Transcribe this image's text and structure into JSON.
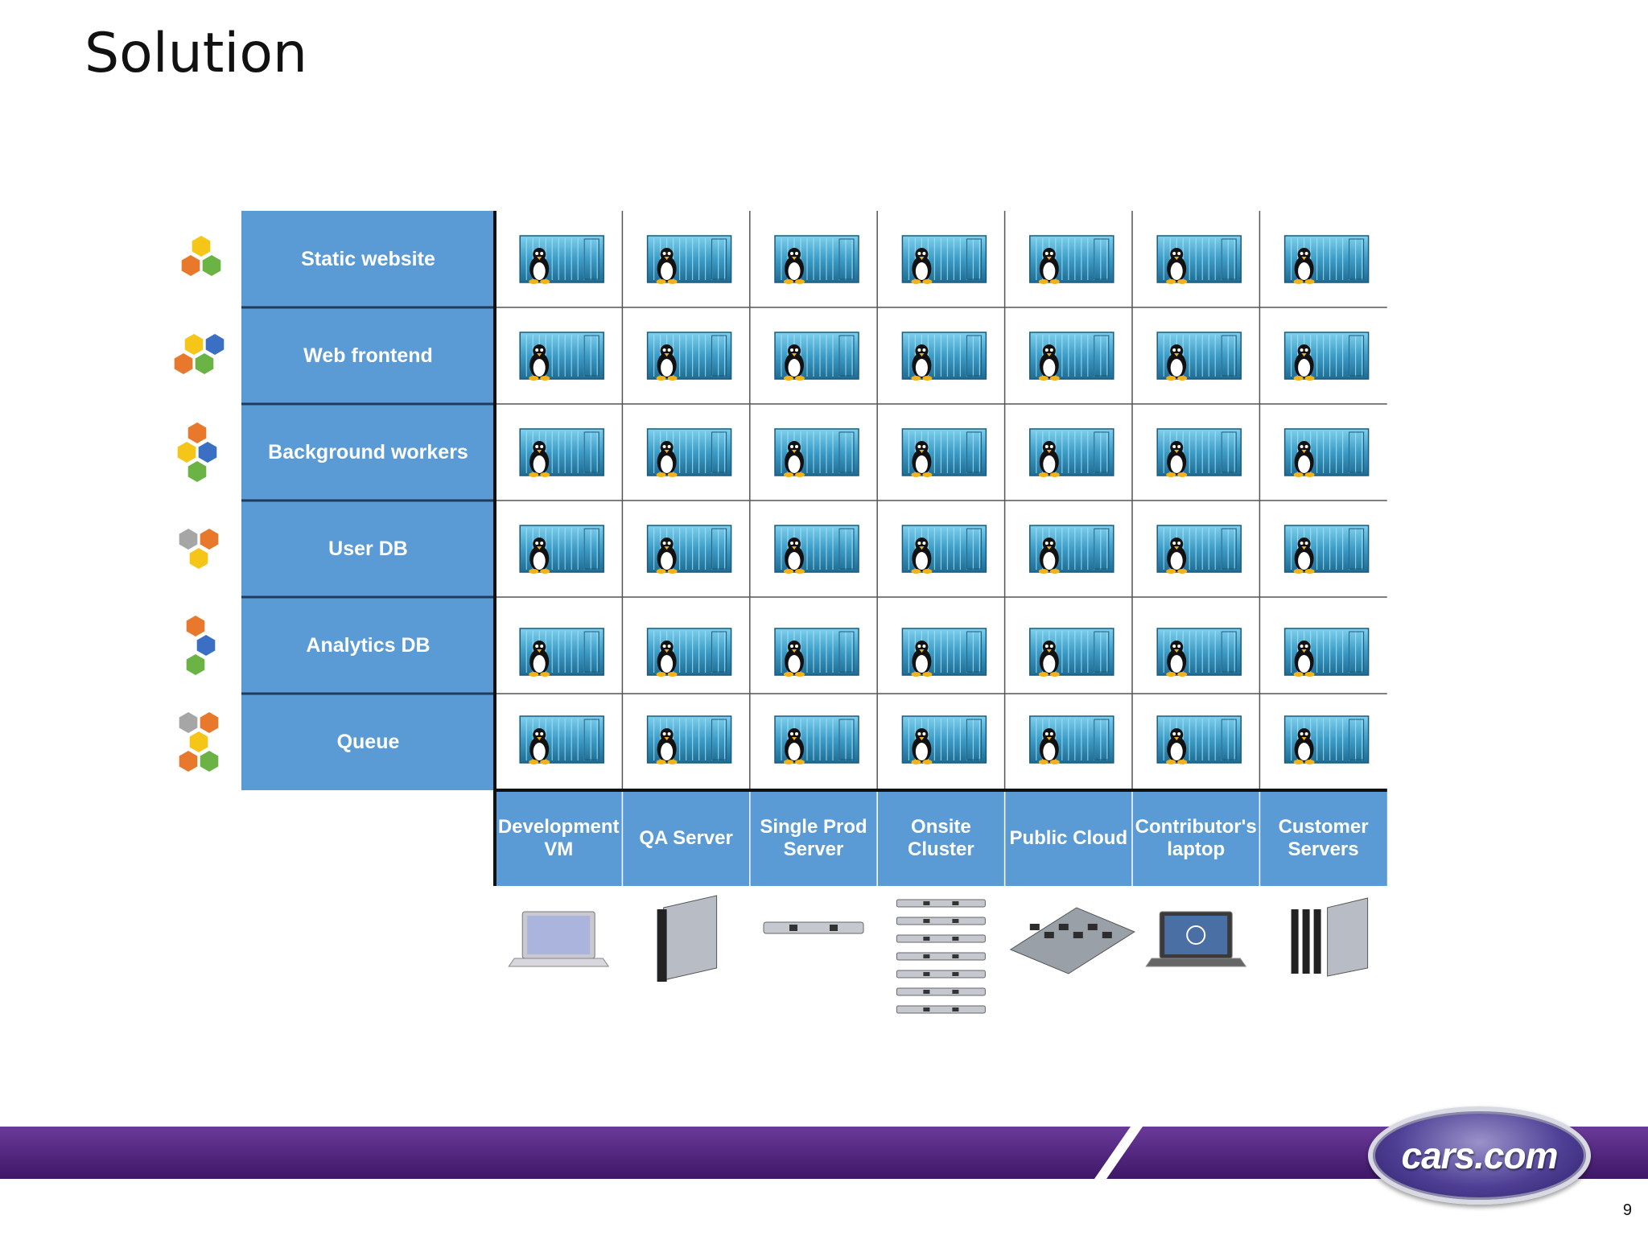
{
  "title": "Solution",
  "page_number": "9",
  "logo_text": "cars.com",
  "colors": {
    "cell_blue": "#5b9bd5",
    "orange": "#e8782b",
    "green": "#6bb344",
    "yellow": "#f5c518",
    "blue": "#3a6fc4",
    "gray": "#a6a6a6",
    "purple": "#4b1f7a",
    "container": "#3d9cc6"
  },
  "rows": [
    {
      "label": "Static website",
      "icon": "hexagon-cluster-icon",
      "hexes": [
        "yellow",
        "orange",
        "green"
      ]
    },
    {
      "label": "Web frontend",
      "icon": "hexagon-cluster-icon",
      "hexes": [
        "yellow",
        "blue",
        "orange",
        "green"
      ]
    },
    {
      "label": "Background workers",
      "icon": "hexagon-cluster-icon",
      "hexes": [
        "orange",
        "yellow",
        "blue",
        "green"
      ]
    },
    {
      "label": "User DB",
      "icon": "hexagon-cluster-icon",
      "hexes": [
        "gray",
        "orange",
        "yellow"
      ]
    },
    {
      "label": "Analytics  DB",
      "icon": "hexagon-cluster-icon",
      "hexes": [
        "orange",
        "blue",
        "green"
      ]
    },
    {
      "label": "Queue",
      "icon": "hexagon-cluster-icon",
      "hexes": [
        "gray",
        "orange",
        "yellow",
        "orange",
        "green"
      ]
    }
  ],
  "columns": [
    {
      "label": "Development VM",
      "lines": [
        "Development",
        "VM"
      ],
      "device": "laptop-icon"
    },
    {
      "label": "QA  Server",
      "lines": [
        "QA  Server"
      ],
      "device": "blade-server-icon"
    },
    {
      "label": "Single Prod Server",
      "lines": [
        "Single Prod",
        "Server"
      ],
      "device": "rack-server-icon"
    },
    {
      "label": "Onsite Cluster",
      "lines": [
        "Onsite",
        "Cluster"
      ],
      "device": "server-stack-icon"
    },
    {
      "label": "Public Cloud",
      "lines": [
        "Public Cloud"
      ],
      "device": "motherboard-icon"
    },
    {
      "label": "Contributor's laptop",
      "lines": [
        "Contributor's",
        "laptop"
      ],
      "device": "dell-laptop-icon"
    },
    {
      "label": "Customer Servers",
      "lines": [
        "Customer",
        "Servers"
      ],
      "device": "blade-servers-icon"
    }
  ],
  "cell_icon": "linux-container-icon"
}
